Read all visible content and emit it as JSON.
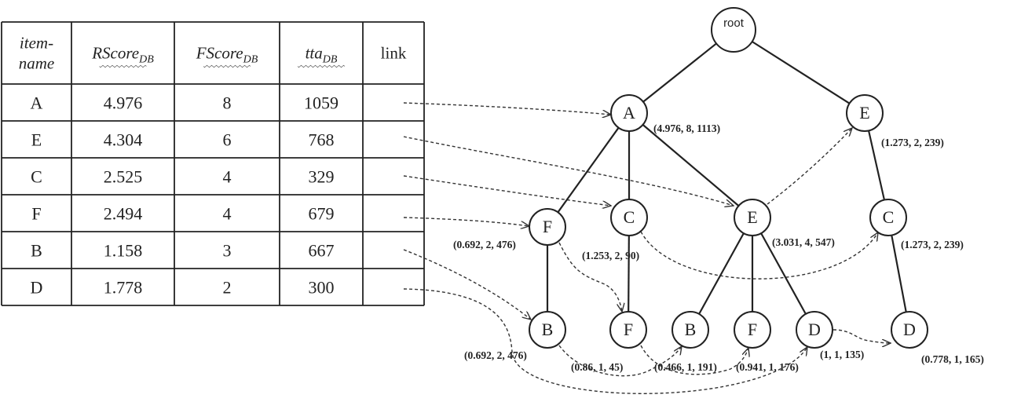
{
  "table": {
    "headers": [
      {
        "lines": [
          "item-",
          "name"
        ],
        "sub": "",
        "italic": true
      },
      {
        "lines": [
          "RScore"
        ],
        "sub": "DB",
        "italic": true
      },
      {
        "lines": [
          "FScore"
        ],
        "sub": "DB",
        "italic": true
      },
      {
        "lines": [
          "tta"
        ],
        "sub": "DB",
        "italic": true
      },
      {
        "lines": [
          "link"
        ],
        "sub": "",
        "italic": false
      }
    ],
    "rows": [
      [
        "A",
        "4.976",
        "8",
        "1059",
        ""
      ],
      [
        "E",
        "4.304",
        "6",
        "768",
        ""
      ],
      [
        "C",
        "2.525",
        "4",
        "329",
        ""
      ],
      [
        "F",
        "2.494",
        "4",
        "679",
        ""
      ],
      [
        "B",
        "1.158",
        "3",
        "667",
        ""
      ],
      [
        "D",
        "1.778",
        "2",
        "300",
        ""
      ]
    ]
  },
  "tree": {
    "nodes": [
      {
        "id": "root",
        "label": "root",
        "annotation": ""
      },
      {
        "id": "A1",
        "label": "A",
        "annotation": "(4.976, 8, 1113)"
      },
      {
        "id": "E1",
        "label": "E",
        "annotation": "(1.273, 2, 239)"
      },
      {
        "id": "F1",
        "label": "F",
        "annotation": "(0.692, 2, 476)"
      },
      {
        "id": "C1",
        "label": "C",
        "annotation": "(1.253, 2, 90)"
      },
      {
        "id": "E2",
        "label": "E",
        "annotation": "(3.031, 4, 547)"
      },
      {
        "id": "C2",
        "label": "C",
        "annotation": "(1.273, 2, 239)"
      },
      {
        "id": "B1",
        "label": "B",
        "annotation": "(0.692, 2, 476)"
      },
      {
        "id": "F2",
        "label": "F",
        "annotation": "(0.86, 1, 45)"
      },
      {
        "id": "B2",
        "label": "B",
        "annotation": "(0.466, 1, 191)"
      },
      {
        "id": "F3",
        "label": "F",
        "annotation": "(0.941, 1, 176)"
      },
      {
        "id": "D1",
        "label": "D",
        "annotation": "(1, 1, 135)"
      },
      {
        "id": "D2",
        "label": "D",
        "annotation": "(0.778, 1, 165)"
      }
    ],
    "edges": [
      [
        "root",
        "A1"
      ],
      [
        "root",
        "E1"
      ],
      [
        "A1",
        "F1"
      ],
      [
        "A1",
        "C1"
      ],
      [
        "A1",
        "E2"
      ],
      [
        "E1",
        "C2"
      ],
      [
        "F1",
        "B1"
      ],
      [
        "C1",
        "F2"
      ],
      [
        "E2",
        "B2"
      ],
      [
        "E2",
        "F3"
      ],
      [
        "E2",
        "D1"
      ],
      [
        "C2",
        "D2"
      ]
    ],
    "links": [
      [
        "tbl-A",
        "A1"
      ],
      [
        "tbl-E",
        "E2"
      ],
      [
        "tbl-C",
        "C1"
      ],
      [
        "tbl-F",
        "F1"
      ],
      [
        "tbl-B",
        "B1"
      ],
      [
        "tbl-D",
        "D1"
      ],
      [
        "E2",
        "E1"
      ],
      [
        "C1",
        "C2"
      ],
      [
        "F1",
        "F2"
      ],
      [
        "B1",
        "B2"
      ],
      [
        "F2",
        "F3"
      ],
      [
        "D1",
        "D2"
      ]
    ]
  }
}
